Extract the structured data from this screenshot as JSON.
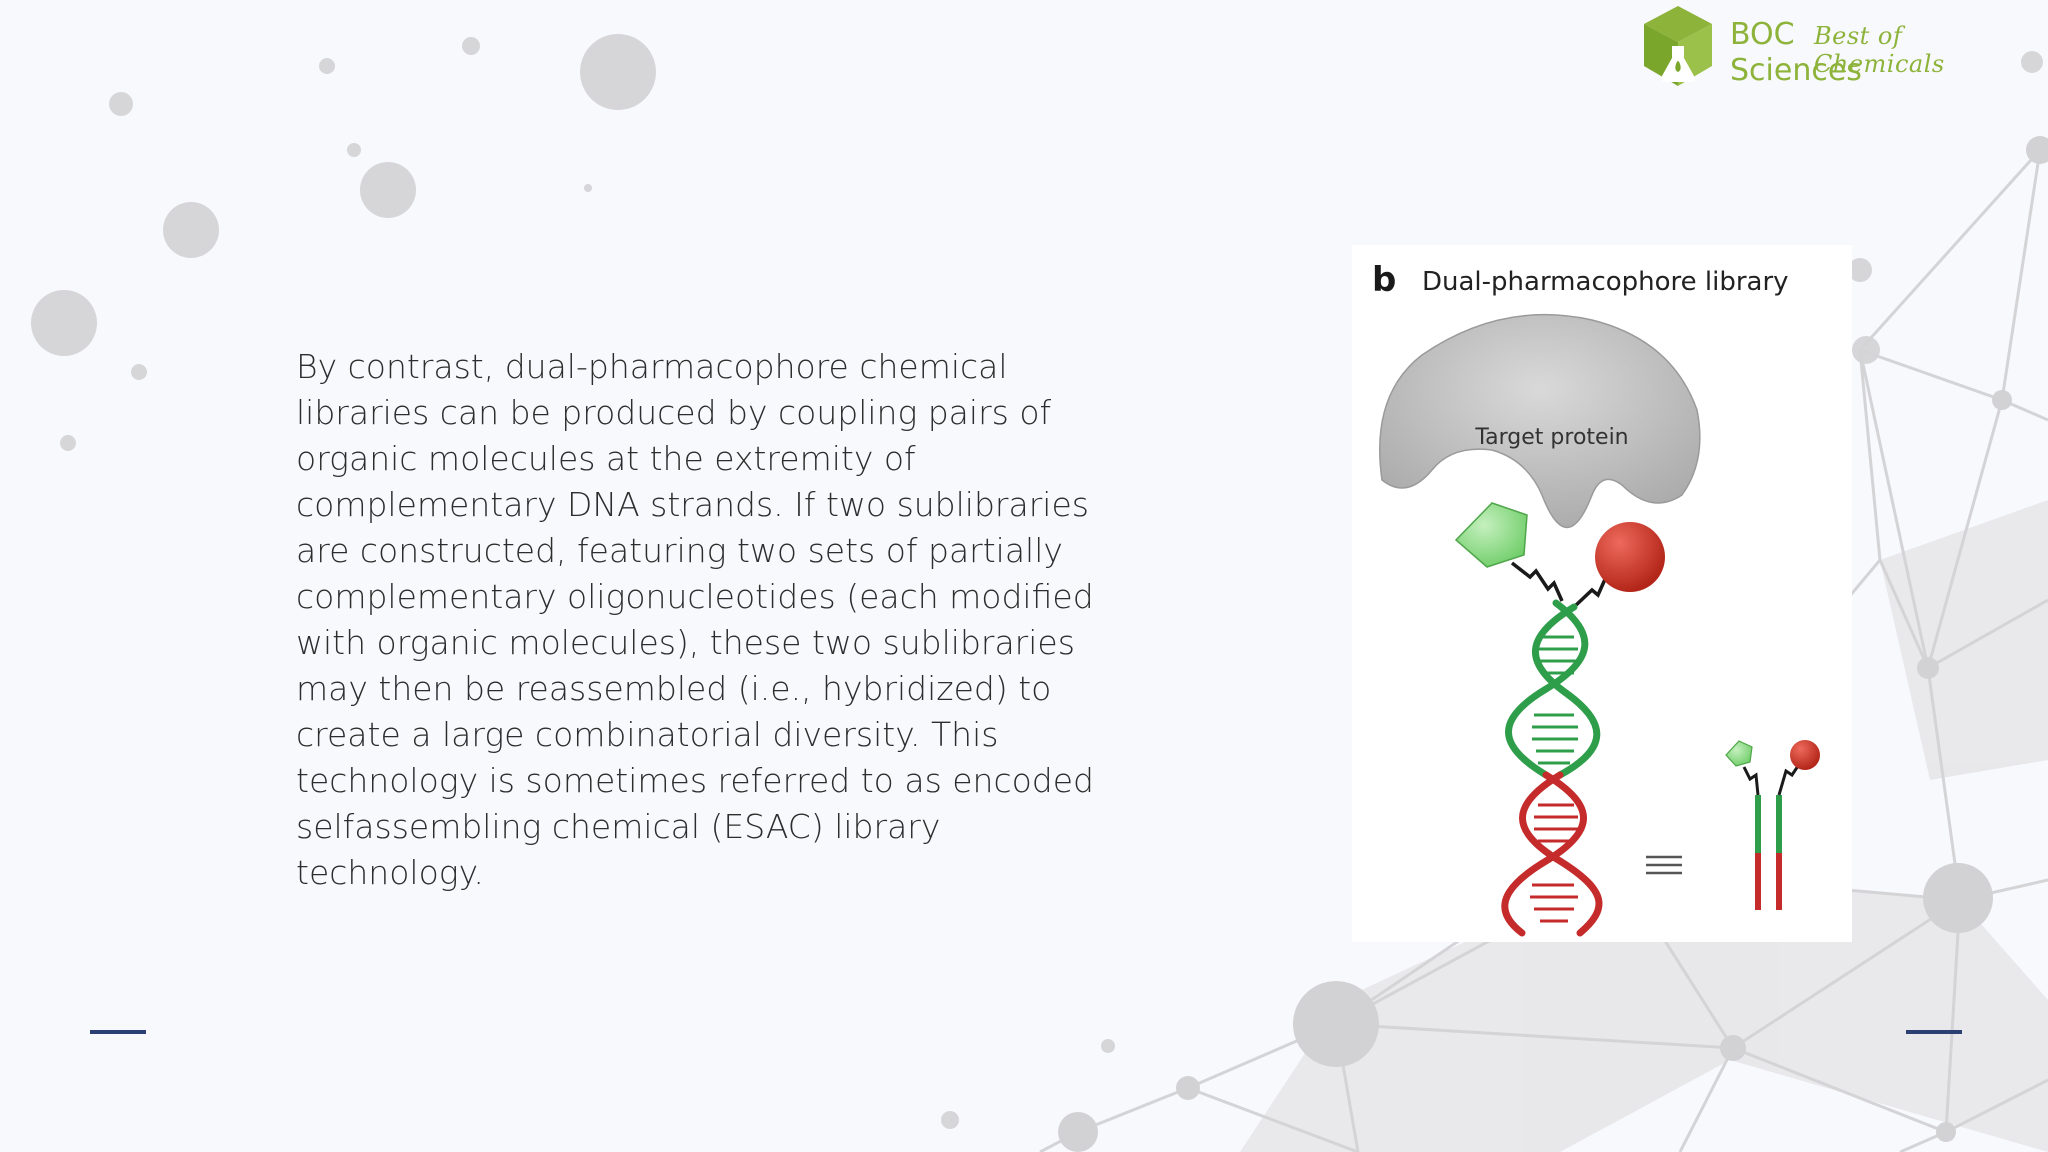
{
  "logo": {
    "brand_line1": "BOC",
    "brand_line2": "Sciences",
    "tagline": "Best of Chemicals",
    "icon": "boc-cube-flask-icon",
    "color": "#8db33a"
  },
  "body": {
    "paragraph": "By contrast, dual-pharmacophore chemical libraries can be produced by coupling pairs of organic molecules at the extremity of complementary DNA strands. If two sublibraries are constructed, featuring two sets of partially complementary oligonucleotides (each modified with organic molecules), these two sublibraries may then be reassembled (i.e., hybridized) to create a large combinatorial diversity. This technology is sometimes referred to as encoded selfassembling chemical (ESAC) library technology."
  },
  "figure": {
    "letter": "b",
    "title": "Dual-pharmacophore library",
    "protein_label": "Target protein",
    "equivalence": "≡",
    "colors": {
      "protein": "#bdbdbd",
      "pharmacophore_green": "#8fd98a",
      "pharmacophore_red": "#c8352b",
      "dna_green": "#2f9e4a",
      "dna_red": "#c62b2b"
    }
  },
  "decor": {
    "accent_dash_color": "#2b3f73"
  }
}
